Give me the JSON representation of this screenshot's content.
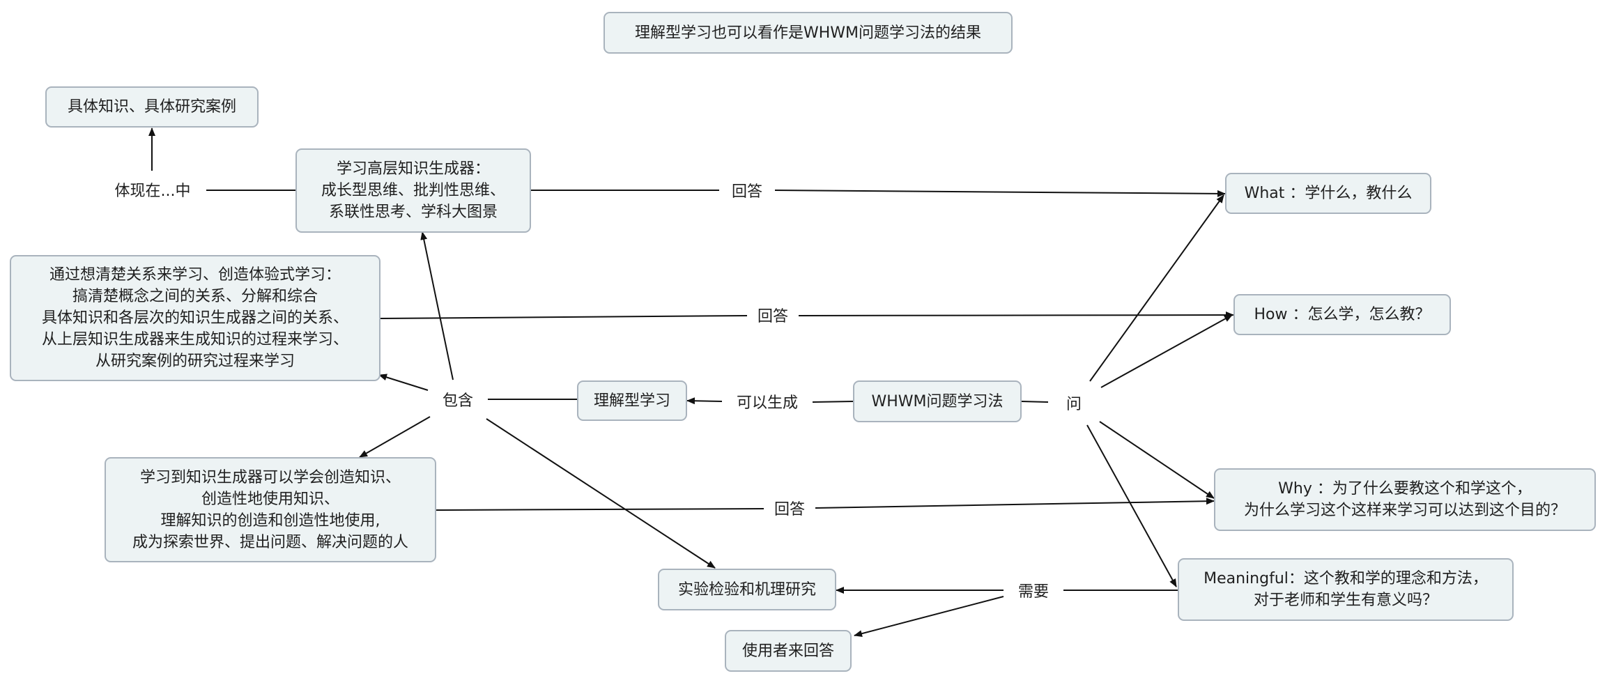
{
  "diagram": {
    "title": "理解型学习也可以看作是WHWM问题学习法的结果",
    "nodes": {
      "concrete_knowledge": "具体知识、具体研究案例",
      "knowledge_generator": "学习高层知识生成器：\n成长型思维、批判性思维、\n系联性思考、学科大图景",
      "relation_learning": "通过想清楚关系来学习、创造体验式学习：\n搞清楚概念之间的关系、分解和综合\n具体知识和各层次的知识生成器之间的关系、\n从上层知识生成器来生成知识的过程来学习、\n从研究案例的研究过程来学习",
      "create_knowledge": "学习到知识生成器可以学会创造知识、\n创造性地使用知识、\n理解知识的创造和创造性地使用,\n成为探索世界、提出问题、解决问题的人",
      "understanding_learning": "理解型学习",
      "whwm_method": "WHWM问题学习法",
      "experiment": "实验检验和机理研究",
      "user_answer": "使用者来回答",
      "what": "What ：学什么，教什么",
      "how": "How ：怎么学，怎么教？",
      "why": "Why ：为了什么要教这个和学这个，\n为什么学习这个这样来学习可以达到这个目的？",
      "meaningful": "Meaningful：这个教和学的理念和方法，\n对于老师和学生有意义吗？"
    },
    "labels": {
      "embodied_in": "体现在...中",
      "answer_what": "回答",
      "answer_how": "回答",
      "answer_why": "回答",
      "contains": "包含",
      "can_generate": "可以生成",
      "ask": "问",
      "need": "需要"
    }
  }
}
